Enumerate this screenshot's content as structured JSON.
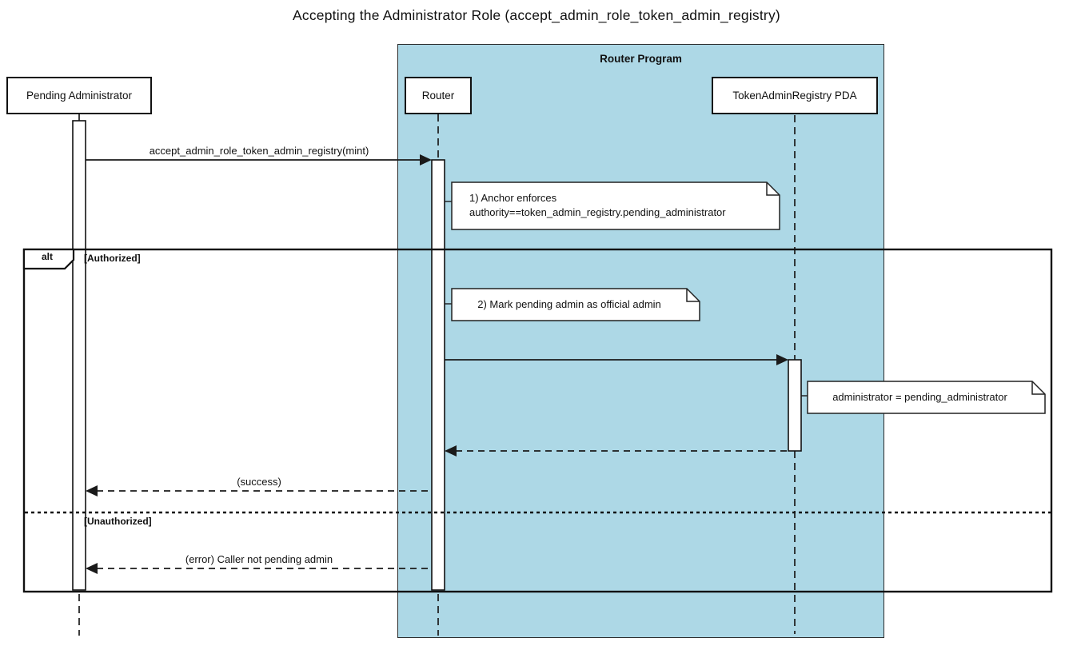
{
  "title": "Accepting the Administrator Role (accept_admin_role_token_admin_registry)",
  "colors": {
    "container_fill": "#ADD8E6",
    "line": "#1a1a1a",
    "background": "#ffffff"
  },
  "container": {
    "label": "Router Program"
  },
  "participants": [
    {
      "id": "pending-administrator",
      "label": "Pending Administrator"
    },
    {
      "id": "router",
      "label": "Router"
    },
    {
      "id": "token-admin-registry-pda",
      "label": "TokenAdminRegistry PDA"
    }
  ],
  "messages": {
    "call": "accept_admin_role_token_admin_registry(mint)",
    "success": "(success)",
    "error": "(error) Caller not pending admin"
  },
  "notes": [
    {
      "lines": [
        "1) Anchor enforces",
        "authority==token_admin_registry.pending_administrator"
      ]
    },
    {
      "lines": [
        "2) Mark pending admin as official admin"
      ]
    },
    {
      "lines": [
        "administrator = pending_administrator"
      ]
    }
  ],
  "alt": {
    "label": "alt",
    "guards": [
      "[Authorized]",
      "[Unauthorized]"
    ]
  }
}
